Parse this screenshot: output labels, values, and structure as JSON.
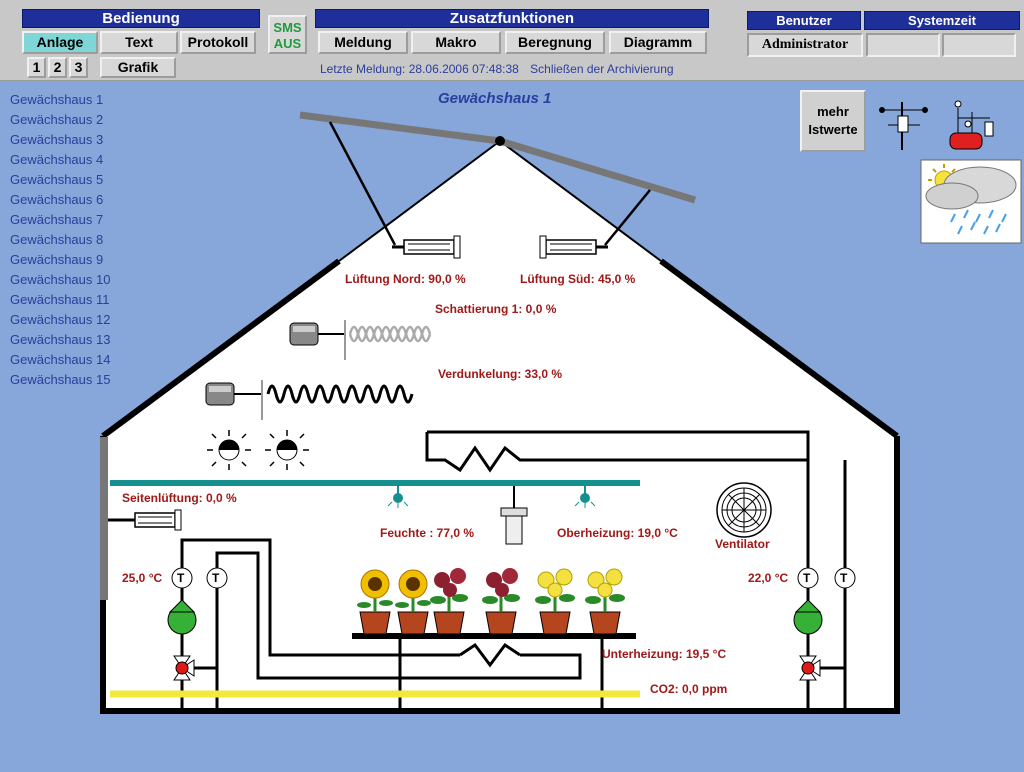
{
  "bedienung": {
    "title": "Bedienung",
    "buttons": [
      "Anlage",
      "Text",
      "Protokoll"
    ],
    "numbers": [
      "1",
      "2",
      "3"
    ],
    "grafik": "Grafik"
  },
  "sms": {
    "line1": "SMS",
    "line2": "AUS"
  },
  "zusatz": {
    "title": "Zusatzfunktionen",
    "buttons": [
      "Meldung",
      "Makro",
      "Beregnung",
      "Diagramm"
    ]
  },
  "status": {
    "last_message_label": "Letzte Meldung: 28.06.2006 07:48:38",
    "last_message_text": "Schließen der Archivierung"
  },
  "benutzer": {
    "title": "Benutzer",
    "user": "Administrator"
  },
  "systemzeit": {
    "title": "Systemzeit"
  },
  "sidebar": {
    "items": [
      "Gewächshaus 1",
      "Gewächshaus 2",
      "Gewächshaus 3",
      "Gewächshaus 4",
      "Gewächshaus 5",
      "Gewächshaus 6",
      "Gewächshaus 7",
      "Gewächshaus 8",
      "Gewächshaus 9",
      "Gewächshaus 10",
      "Gewächshaus 11",
      "Gewächshaus 12",
      "Gewächshaus 13",
      "Gewächshaus 14",
      "Gewächshaus 15"
    ]
  },
  "plant": {
    "title": "Gewächshaus 1",
    "lueftung_nord": "Lüftung Nord: 90,0 %",
    "lueftung_sued": "Lüftung Süd: 45,0 %",
    "schattierung": "Schattierung 1: 0,0 %",
    "verdunkelung": "Verdunkelung: 33,0 %",
    "seitenlueftung": "Seitenlüftung: 0,0 %",
    "feuchte": "Feuchte : 77,0 %",
    "oberheizung": "Oberheizung: 19,0 °C",
    "ventilator": "Ventilator",
    "temp_left": "25,0 °C",
    "temp_right": "22,0 °C",
    "unterheizung": "Unterheizung: 19,5 °C",
    "co2": "CO2: 0,0 ppm",
    "sensor_letter": "T"
  },
  "mehr": {
    "line1": "mehr",
    "line2": "Istwerte"
  },
  "colors": {
    "background": "#87a6d9",
    "title_bar": "#1f2f9a",
    "value_text": "#a01818",
    "link_text": "#2b3e9c",
    "active_tab": "#7fd6d6"
  }
}
